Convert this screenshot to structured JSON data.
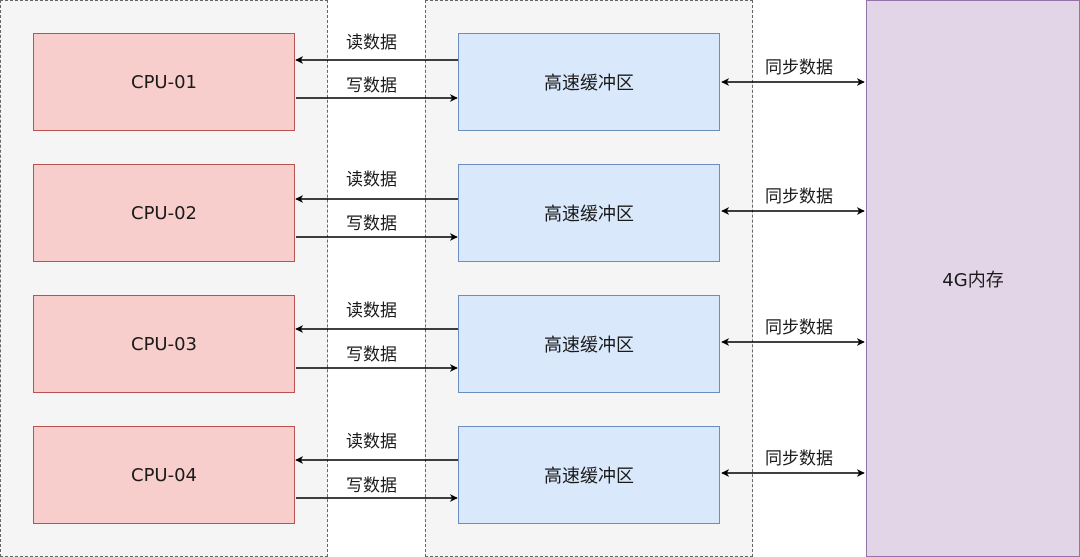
{
  "cpus": [
    "CPU-01",
    "CPU-02",
    "CPU-03",
    "CPU-04"
  ],
  "caches": [
    "高速缓冲区",
    "高速缓冲区",
    "高速缓冲区",
    "高速缓冲区"
  ],
  "memory": "4G内存",
  "edge_labels": {
    "read": "读数据",
    "write": "写数据",
    "sync": "同步数据"
  },
  "colors": {
    "cpu_fill": "#f8cecc",
    "cpu_stroke": "#b85450",
    "cache_fill": "#dae8fc",
    "cache_stroke": "#6c8ebf",
    "memory_fill": "#e1d5e7",
    "memory_stroke": "#9673a6",
    "group_fill": "#f5f5f5"
  }
}
